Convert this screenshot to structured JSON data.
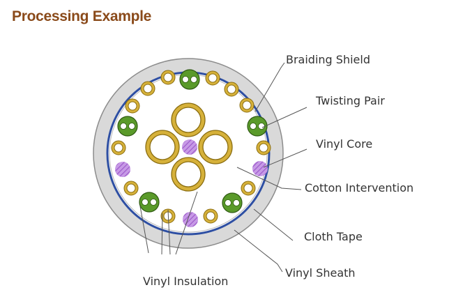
{
  "title": "Processing Example",
  "labels": {
    "braiding_shield": "Braiding Shield",
    "twisting_pair": "Twisting Pair",
    "vinyl_core": "Vinyl Core",
    "cotton_intervention": "Cotton Intervention",
    "cloth_tape": "Cloth Tape",
    "vinyl_sheath": "Vinyl Sheath",
    "vinyl_insulation": "Vinyl Insulation"
  },
  "colors": {
    "title": "#8a4a1a",
    "sheath": "#d9d9d9",
    "braiding_shield": "#2e4fa3",
    "conductor_gold": "#d6b13a",
    "twisting_pair_green": "#5a9a2a",
    "vinyl_core_purple": "#b07ad0"
  }
}
